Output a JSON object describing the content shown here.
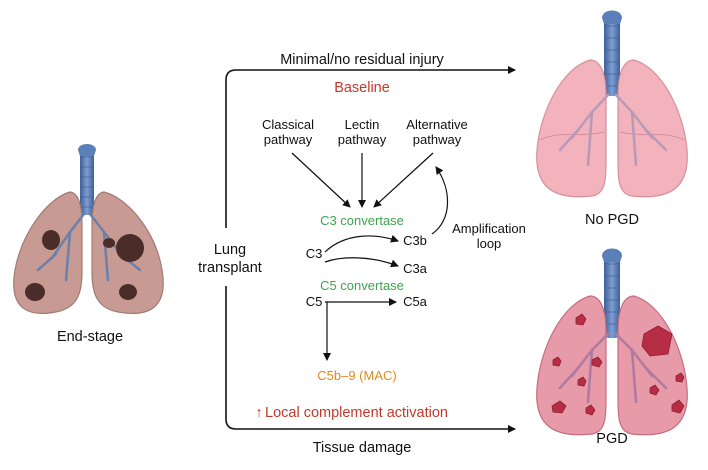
{
  "left_lung": {
    "label": "End-stage"
  },
  "center": {
    "label_line1": "Lung",
    "label_line2": "transplant"
  },
  "top_path": {
    "label": "Minimal/no residual injury",
    "status": "Baseline"
  },
  "bottom_path": {
    "arrow_glyph": "↑",
    "status": "Local complement activation",
    "label": "Tissue damage"
  },
  "pathways": {
    "classical": [
      "Classical",
      "pathway"
    ],
    "lectin": [
      "Lectin",
      "pathway"
    ],
    "alternative": [
      "Alternative",
      "pathway"
    ]
  },
  "complement": {
    "c3_convertase": "C3 convertase",
    "c3": "C3",
    "c3b": "C3b",
    "c3a": "C3a",
    "amplification": [
      "Amplification",
      "loop"
    ],
    "c5_convertase": "C5 convertase",
    "c5": "C5",
    "c5a": "C5a",
    "mac": "C5b–9 (MAC)"
  },
  "outcomes": {
    "top": "No PGD",
    "bottom": "PGD"
  },
  "colors": {
    "red": "#c0392b",
    "green": "#3fa34d",
    "orange": "#e08a1e",
    "trachea": "#5b7fb8",
    "healthy_lung": "#f2b3bd",
    "diseased_lung": "#c89a94",
    "pgd_lesion": "#b72d45"
  }
}
